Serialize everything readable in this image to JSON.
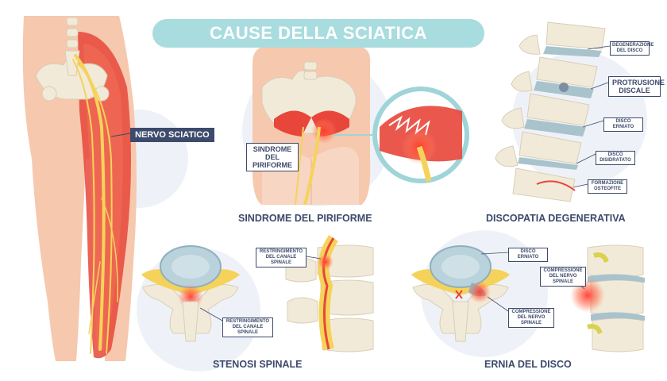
{
  "title": "CAUSE DELLA SCIATICA",
  "sections": {
    "leg": {
      "nerve_label": "NERVO SCIATICO"
    },
    "piriformis": {
      "label": "SINDROME DEL PIRIFORME",
      "callout": "SINDROME DEL PIRIFORME"
    },
    "degenerative": {
      "label": "DISCOPATIA DEGENERATIVA",
      "callouts": [
        "DEGENERAZIONE DEL DISCO",
        "PROTRUSIONE DISCALE",
        "DISCO ERNIATO",
        "DISCO DISIDRATATO",
        "FORMAZIONE OSTEOFITE"
      ]
    },
    "stenosis": {
      "label": "STENOSI SPINALE",
      "callout_top": "RESTRINGIMENTO DEL CANALE SPINALE",
      "callout_bottom": "RESTRINGIMENTO DEL CANALE SPINALE"
    },
    "hernia": {
      "label": "ERNIA DEL DISCO",
      "callout_disc": "DISCO ERNIATO",
      "callout_nerve": "COMPRESSIONE DEL NERVO SPINALE",
      "callout_nerve_side": "COMPRESSIONE DEL NERVO SPINALE"
    }
  },
  "colors": {
    "title_bg": "#a9dcde",
    "skin": "#f6c8ae",
    "inflamed": "#e8463a",
    "nerve": "#f5d35a",
    "bone": "#f2ead9",
    "disc": "#a9c3cc",
    "label": "#3d4a6b",
    "bg_circle": "#eef2f8"
  }
}
